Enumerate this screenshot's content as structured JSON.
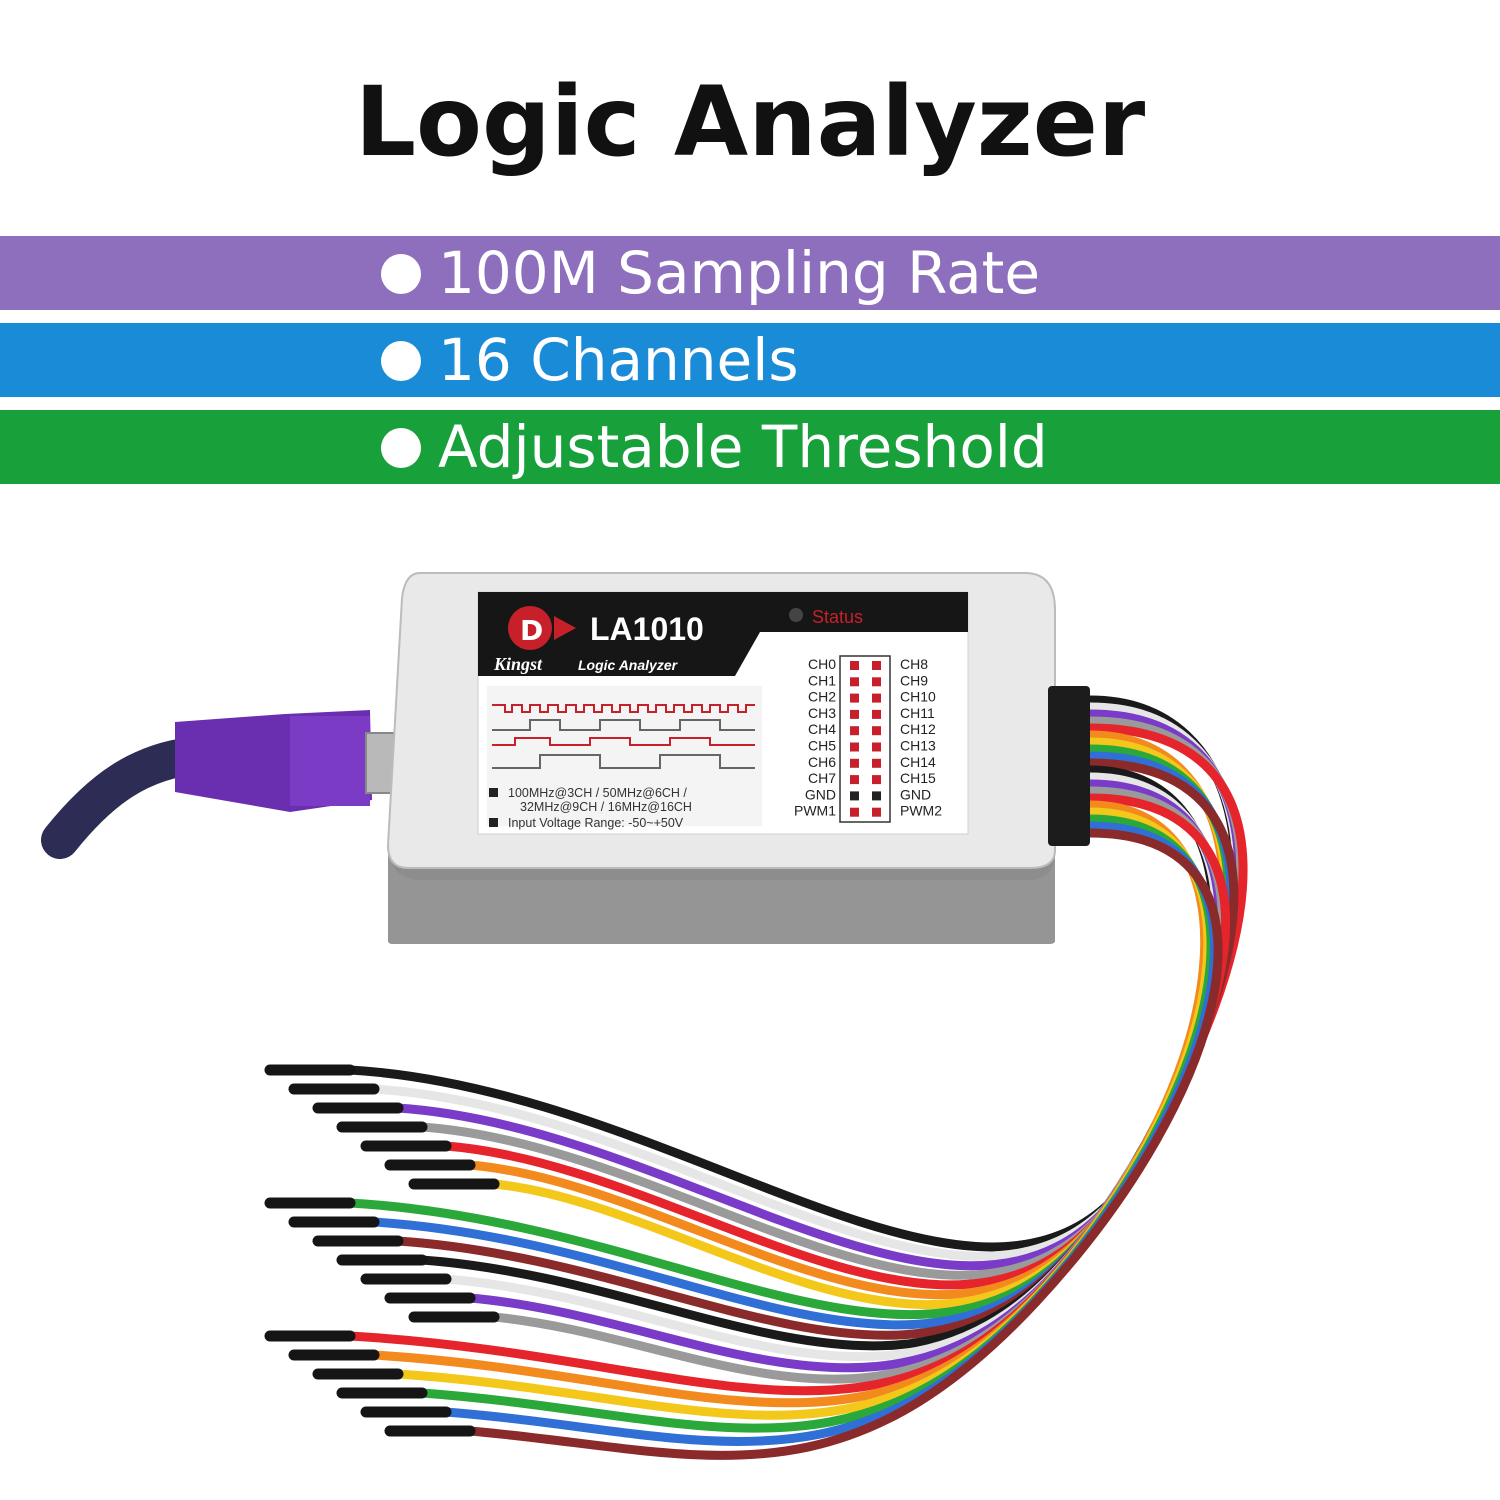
{
  "title": "Logic Analyzer",
  "features": [
    {
      "text": "100M Sampling Rate",
      "color": "#8e6fbe"
    },
    {
      "text": "16 Channels",
      "color": "#1a8bd6"
    },
    {
      "text": "Adjustable Threshold",
      "color": "#18a03a"
    }
  ],
  "device": {
    "model": "LA1010",
    "status_label": "Status",
    "brand_line": "Kingst",
    "brand_tail": "Logic Analyzer",
    "spec_line1": "100MHz@3CH / 50MHz@6CH /",
    "spec_line2": "32MHz@9CH / 16MHz@16CH",
    "spec_line3": "Input Voltage Range: -50~+50V",
    "pins_left": [
      "CH0",
      "CH1",
      "CH2",
      "CH3",
      "CH4",
      "CH5",
      "CH6",
      "CH7",
      "GND",
      "PWM1"
    ],
    "pins_right": [
      "CH8",
      "CH9",
      "CH10",
      "CH11",
      "CH12",
      "CH13",
      "CH14",
      "CH15",
      "GND",
      "PWM2"
    ]
  },
  "wire_colors": [
    "#1a1a1a",
    "#ffffff",
    "#7a3cc8",
    "#9a9a9a",
    "#e5242c",
    "#f28a1e",
    "#f3c81a",
    "#2aa83a",
    "#2f6fd6",
    "#8b2a2a"
  ]
}
